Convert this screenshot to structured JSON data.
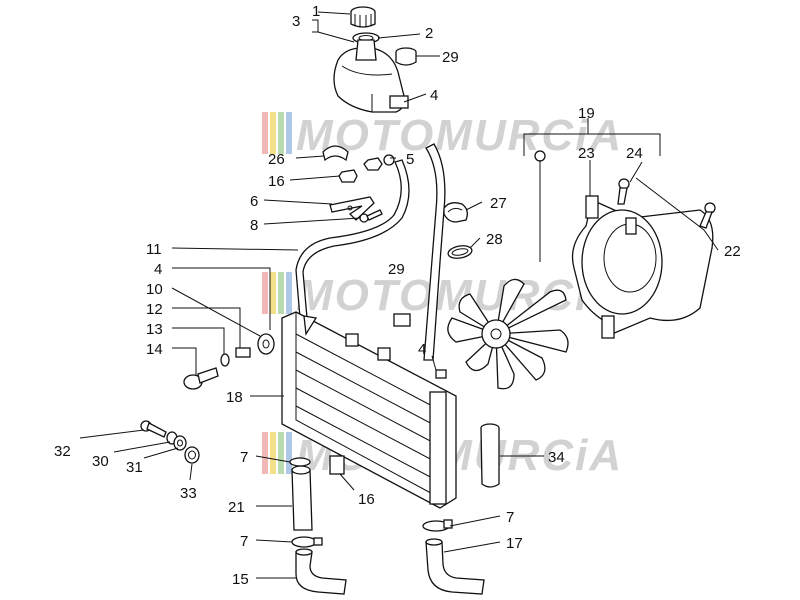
{
  "watermark": {
    "text": "MOTOMURCiA",
    "stripe_colors": [
      "#f2b8b8",
      "#f5e08a",
      "#b8dcb0",
      "#b0c8e8"
    ]
  },
  "callouts": [
    {
      "id": "c1",
      "label": "1"
    },
    {
      "id": "c2",
      "label": "2"
    },
    {
      "id": "c3",
      "label": "3"
    },
    {
      "id": "c29a",
      "label": "29"
    },
    {
      "id": "c4a",
      "label": "4"
    },
    {
      "id": "c19",
      "label": "19"
    },
    {
      "id": "c26",
      "label": "26"
    },
    {
      "id": "c5",
      "label": "5"
    },
    {
      "id": "c23",
      "label": "23"
    },
    {
      "id": "c24",
      "label": "24"
    },
    {
      "id": "c16a",
      "label": "16"
    },
    {
      "id": "c6",
      "label": "6"
    },
    {
      "id": "c27",
      "label": "27"
    },
    {
      "id": "c8",
      "label": "8"
    },
    {
      "id": "c28",
      "label": "28"
    },
    {
      "id": "c22",
      "label": "22"
    },
    {
      "id": "c11",
      "label": "11"
    },
    {
      "id": "c4b",
      "label": "4"
    },
    {
      "id": "c29b",
      "label": "29"
    },
    {
      "id": "c10",
      "label": "10"
    },
    {
      "id": "c12",
      "label": "12"
    },
    {
      "id": "c13",
      "label": "13"
    },
    {
      "id": "c14",
      "label": "14"
    },
    {
      "id": "c4c",
      "label": "4"
    },
    {
      "id": "c18",
      "label": "18"
    },
    {
      "id": "c32",
      "label": "32"
    },
    {
      "id": "c30",
      "label": "30"
    },
    {
      "id": "c31",
      "label": "31"
    },
    {
      "id": "c33",
      "label": "33"
    },
    {
      "id": "c7a",
      "label": "7"
    },
    {
      "id": "c34",
      "label": "34"
    },
    {
      "id": "c16b",
      "label": "16"
    },
    {
      "id": "c21",
      "label": "21"
    },
    {
      "id": "c7b",
      "label": "7"
    },
    {
      "id": "c7c",
      "label": "7"
    },
    {
      "id": "c17",
      "label": "17"
    },
    {
      "id": "c15",
      "label": "15"
    }
  ]
}
